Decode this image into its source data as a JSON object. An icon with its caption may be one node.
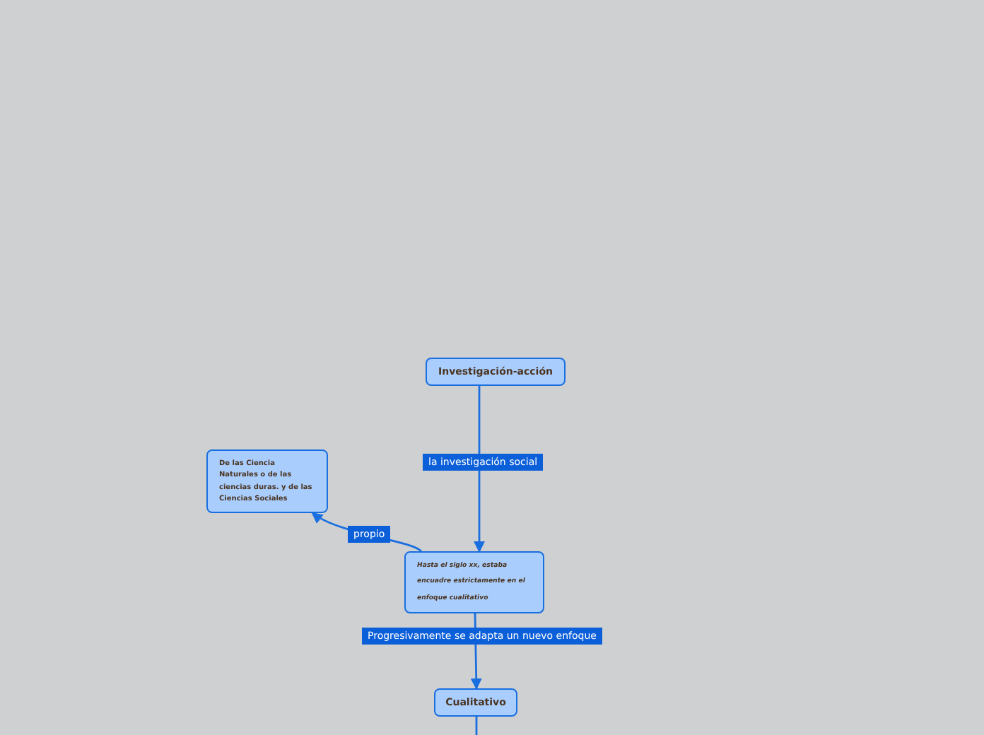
{
  "diagram": {
    "nodes": [
      {
        "text": [
          "Investigación-acción"
        ]
      },
      {
        "text": [
          "De las Ciencia Naturales o de las ciencias duras. y de las Ciencias Sociales"
        ]
      },
      {
        "text": [
          "Hasta el siglo xx, estaba encuadre estrictamente en el enfoque cualitativo"
        ]
      },
      {
        "text": [
          "Cualitativo"
        ]
      }
    ],
    "edges": [
      {
        "from": 0,
        "to": 2,
        "arrow": "to",
        "label": "la investigación social"
      },
      {
        "from": 2,
        "to": 1,
        "arrow": "to",
        "label": "propio"
      },
      {
        "from": 2,
        "to": 3,
        "arrow": "to",
        "label": "Progresivamente se adapta un nuevo enfoque"
      },
      {
        "from": 3,
        "to": null,
        "arrow": "none"
      }
    ]
  }
}
